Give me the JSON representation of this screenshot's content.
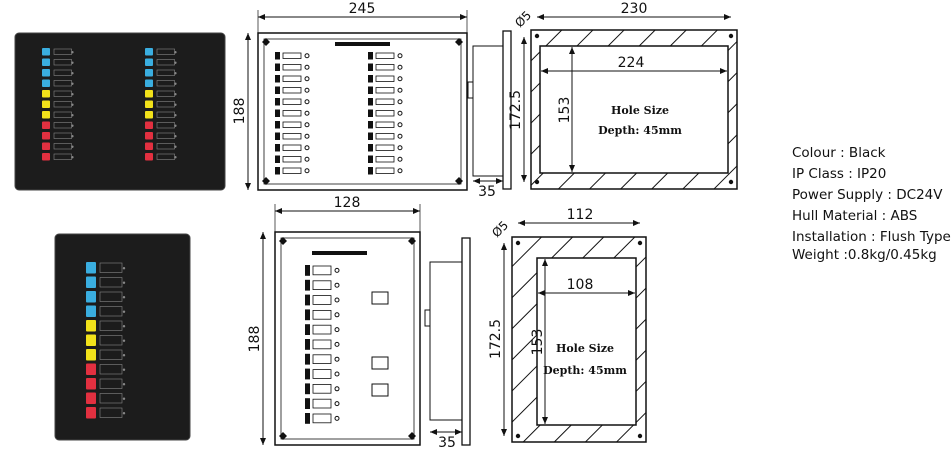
{
  "top_unit": {
    "dimensions": {
      "width": "245",
      "height": "188",
      "depth": "35",
      "cutout_outer": "230",
      "cutout_inner": "224",
      "cutout_height": "153",
      "mount_height": "172.5",
      "hole_dia": "Ø5"
    },
    "hole_label": "Hole Size",
    "depth_label": "Depth: 45mm"
  },
  "bottom_unit": {
    "dimensions": {
      "width": "128",
      "height": "188",
      "depth": "35",
      "cutout_outer": "112",
      "cutout_inner": "108",
      "cutout_height": "153",
      "mount_height": "172.5",
      "hole_dia": "Ø5"
    },
    "hole_label": "Hole Size",
    "depth_label": "Depth: 45mm"
  },
  "switch_colors": {
    "blue": "#3aaee0",
    "yellow": "#f2e21a",
    "red": "#e23040"
  },
  "specs": [
    "Colour : Black",
    "IP Class : IP20",
    "Power Supply : DC24V",
    "Hull Material : ABS",
    "Installation : Flush Type",
    "Weight :0.8kg/0.45kg"
  ]
}
